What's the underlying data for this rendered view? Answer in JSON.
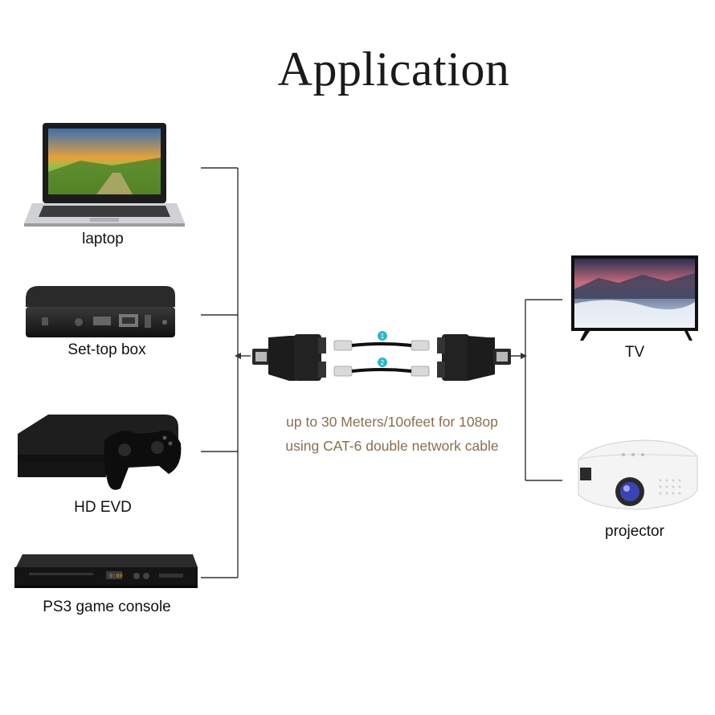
{
  "title": "Application",
  "left_devices": [
    {
      "label": "laptop",
      "icon": "laptop-icon"
    },
    {
      "label": "Set-top box",
      "icon": "set-top-box-icon"
    },
    {
      "label": "HD EVD",
      "icon": "game-console-icon"
    },
    {
      "label": "PS3 game console",
      "icon": "dvd-player-icon"
    }
  ],
  "right_devices": [
    {
      "label": "TV",
      "icon": "tv-icon"
    },
    {
      "label": "projector",
      "icon": "projector-icon"
    }
  ],
  "cable": {
    "markers": [
      "1",
      "2"
    ],
    "caption_line1": "up to 30 Meters/10ofeet for 108op",
    "caption_line2": "using CAT-6 double network cable"
  },
  "colors": {
    "caption": "#8a6e4e",
    "marker": "#2fb6c6",
    "line": "#333333"
  }
}
